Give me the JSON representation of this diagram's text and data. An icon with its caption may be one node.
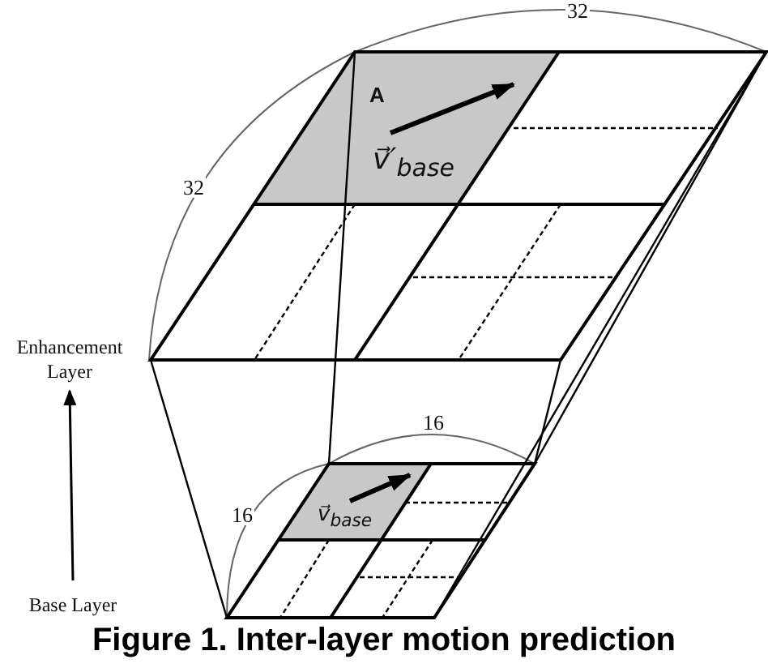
{
  "diagram": {
    "caption": "Figure 1. Inter-layer motion prediction",
    "nodes": [
      {
        "text": [
          "Enhancement Layer"
        ]
      },
      {
        "text": [
          "Base Layer"
        ]
      }
    ],
    "edges": [
      {
        "from": 1,
        "to": 0,
        "arrow": "to"
      }
    ],
    "labels": [
      "32",
      "32",
      "A",
      "v⃗′$_{base}$",
      "16",
      "16",
      "v⃗$_{base}$"
    ]
  }
}
